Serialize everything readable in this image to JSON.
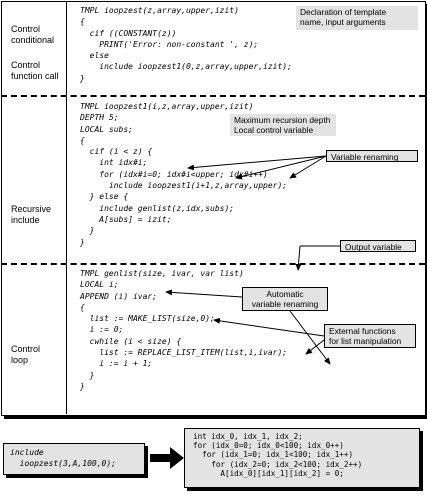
{
  "section1": {
    "code": [
      "TMPL ioopzest(z,array,upper,izit)",
      "{",
      "  cif ((CONSTANT(z))",
      "    PRINT('Error: non-constant ', z);",
      "  else",
      "    include ioopzest1(0,z,array,upper,izit);",
      "}"
    ],
    "label_control_conditional": "Control\nconditional",
    "label_control_function_call": "Control\nfunction call",
    "note_declaration": "Declaration of template\nname, input arguments"
  },
  "section2": {
    "code": [
      "TMPL ioopzest1(i,z,array,upper,izit)",
      "DEPTH 5;",
      "LOCAL subs;",
      "{",
      "  cif (i < z) {",
      "    int idx#i;",
      "    for (idx#i=0; idx#i<upper; idx#i++)",
      "      include ioopzest1(i+1,z,array,upper);",
      "  } else {",
      "    include genlist(z,idx,subs);",
      "    A[subs] = izit;",
      "  }",
      "}"
    ],
    "label_recursive_include": "Recursive\ninclude",
    "note_recursion": "Maximum recursion depth\nLocal control variable",
    "note_variable_renaming": "Variable renaming"
  },
  "section3": {
    "code": [
      "TMPL genlist(size, ivar, var list)",
      "LOCAL i;",
      "APPEND (i) ivar;",
      "{",
      "  list := MAKE_LIST(size,0);",
      "  i := 0;",
      "  cwhile (i < size) {",
      "    list := REPLACE_LIST_ITEM(list,i,ivar);",
      "    i := i + 1;",
      "  }",
      "}"
    ],
    "label_control_loop": "Control\nloop",
    "note_output_variable": "Output variable",
    "note_automatic_renaming": "Automatic\nvariable renaming",
    "note_external_functions": "External functions\nfor list manipulation"
  },
  "bottom": {
    "include_code": "include\n  ioopzest(3,A,100,0);",
    "expanded_code": [
      "int idx_0, idx_1, idx_2;",
      "for (idx_0=0; idx_0<100; idx_0++)",
      "  for (idx_1=0; idx_1<100; idx_1++)",
      "    for (idx_2=0; idx_2<100; idx_2++)",
      "      A[idx_0][idx_1][idx_2] = 0;"
    ]
  }
}
